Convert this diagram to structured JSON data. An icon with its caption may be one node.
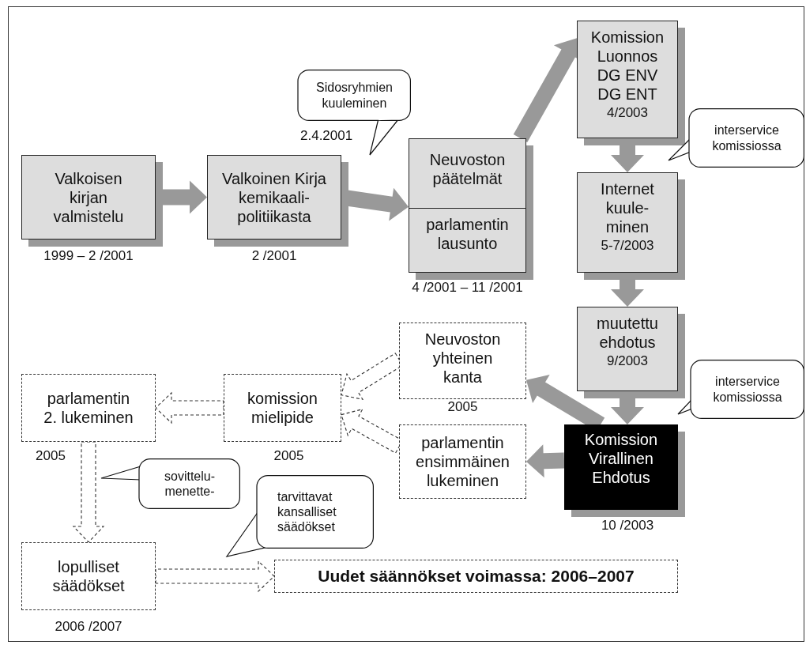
{
  "diagram": {
    "nodes": [
      {
        "text": [
          "Valkoisen kirjan valmistelu"
        ],
        "beside": [
          "1999 – 2 /2001"
        ]
      },
      {
        "text": [
          "Valkoinen Kirja kemikaali- politiikasta"
        ],
        "beside": [
          "2 /2001"
        ]
      },
      {
        "text": [
          "Neuvoston päätelmät",
          "parlamentin lausunto"
        ],
        "beside": [
          "4 /2001 – 11 /2001"
        ]
      },
      {
        "text": [
          "Komission Luonnos DG ENV DG ENT",
          "4/2003"
        ]
      },
      {
        "text": [
          "Internet kuule- minen",
          "5-7/2003"
        ]
      },
      {
        "text": [
          "muutettu ehdotus",
          "9/2003"
        ]
      },
      {
        "text": [
          "Komission Virallinen Ehdotus"
        ],
        "beside": [
          "10 /2003"
        ]
      },
      {
        "text": [
          "Neuvoston yhteinen kanta"
        ],
        "beside": [
          "2005"
        ]
      },
      {
        "text": [
          "parlamentin ensimmäinen lukeminen"
        ]
      },
      {
        "text": [
          "komission mielipide"
        ],
        "beside": [
          "2005"
        ]
      },
      {
        "text": [
          "parlamentin 2. lukeminen"
        ],
        "beside": [
          "2005"
        ]
      },
      {
        "text": [
          "lopulliset säädökset"
        ],
        "beside": [
          "2006 /2007"
        ]
      },
      {
        "text": [
          "Uudet säännökset voimassa: 2006–2007"
        ]
      },
      {
        "text": [
          "Sidosryhmien kuuleminen"
        ]
      },
      {
        "text": [
          "interservice komissiossa"
        ]
      },
      {
        "text": [
          "interservice komissiossa"
        ]
      },
      {
        "text": [
          "sovittelu- menette-"
        ]
      },
      {
        "text": [
          "tarvittavat kansalliset säädökset"
        ]
      }
    ],
    "edges": [
      {
        "from": 0,
        "to": 1,
        "arrow": "to",
        "style": "thick"
      },
      {
        "from": 1,
        "to": 2,
        "arrow": "to",
        "style": "thick"
      },
      {
        "from": 2,
        "to": 3,
        "arrow": "to",
        "style": "thick"
      },
      {
        "from": 3,
        "to": 4,
        "arrow": "to",
        "style": "thick"
      },
      {
        "from": 4,
        "to": 5,
        "arrow": "to",
        "style": "thick"
      },
      {
        "from": 5,
        "to": 6,
        "arrow": "to",
        "style": "thick"
      },
      {
        "from": 6,
        "to": 7,
        "arrow": "to",
        "style": "thick"
      },
      {
        "from": 6,
        "to": 8,
        "arrow": "to",
        "style": "thick"
      },
      {
        "from": 7,
        "to": 9,
        "arrow": "to",
        "style": "dashed"
      },
      {
        "from": 8,
        "to": 9,
        "arrow": "to",
        "style": "dashed"
      },
      {
        "from": 9,
        "to": 10,
        "arrow": "to",
        "style": "dashed"
      },
      {
        "from": 10,
        "to": 11,
        "arrow": "to",
        "style": "dashed"
      },
      {
        "from": 11,
        "to": 12,
        "arrow": "to",
        "style": "dashed"
      }
    ],
    "labels": [
      "2.4.2001"
    ]
  }
}
